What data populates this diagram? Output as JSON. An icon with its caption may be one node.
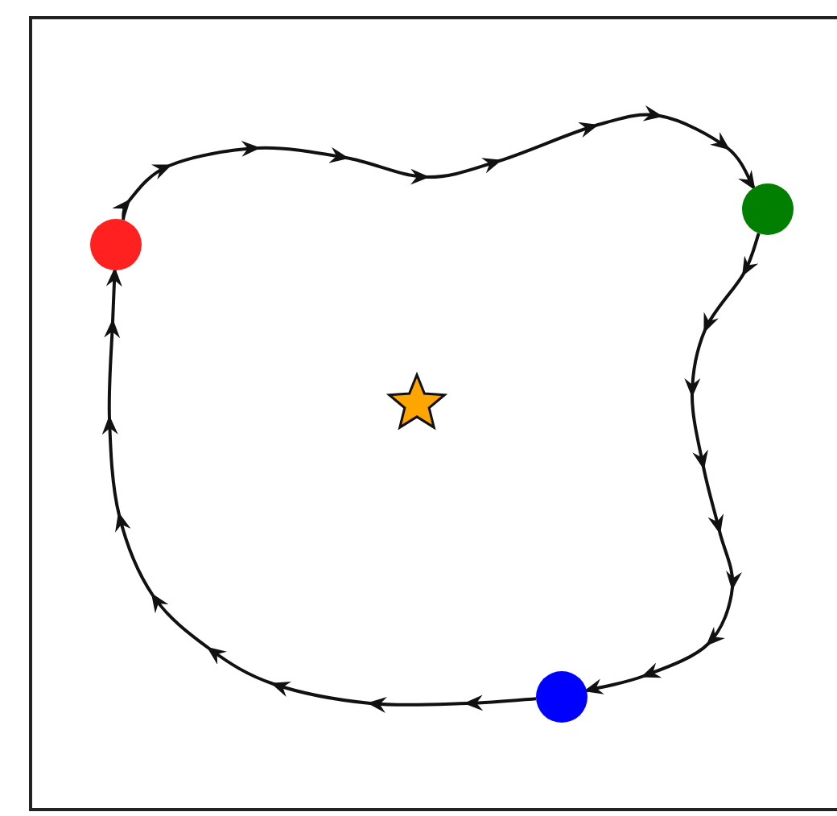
{
  "diagram": {
    "nodes": [
      {
        "text": [],
        "shape": "circle"
      },
      {
        "text": [],
        "shape": "circle"
      },
      {
        "text": [],
        "shape": "circle"
      },
      {
        "text": [],
        "shape": "star"
      }
    ],
    "edges": [
      {
        "from": 0,
        "to": 2,
        "arrow": "to"
      },
      {
        "from": 2,
        "to": 1,
        "arrow": "to"
      },
      {
        "from": 1,
        "to": 0,
        "arrow": "to"
      }
    ]
  }
}
